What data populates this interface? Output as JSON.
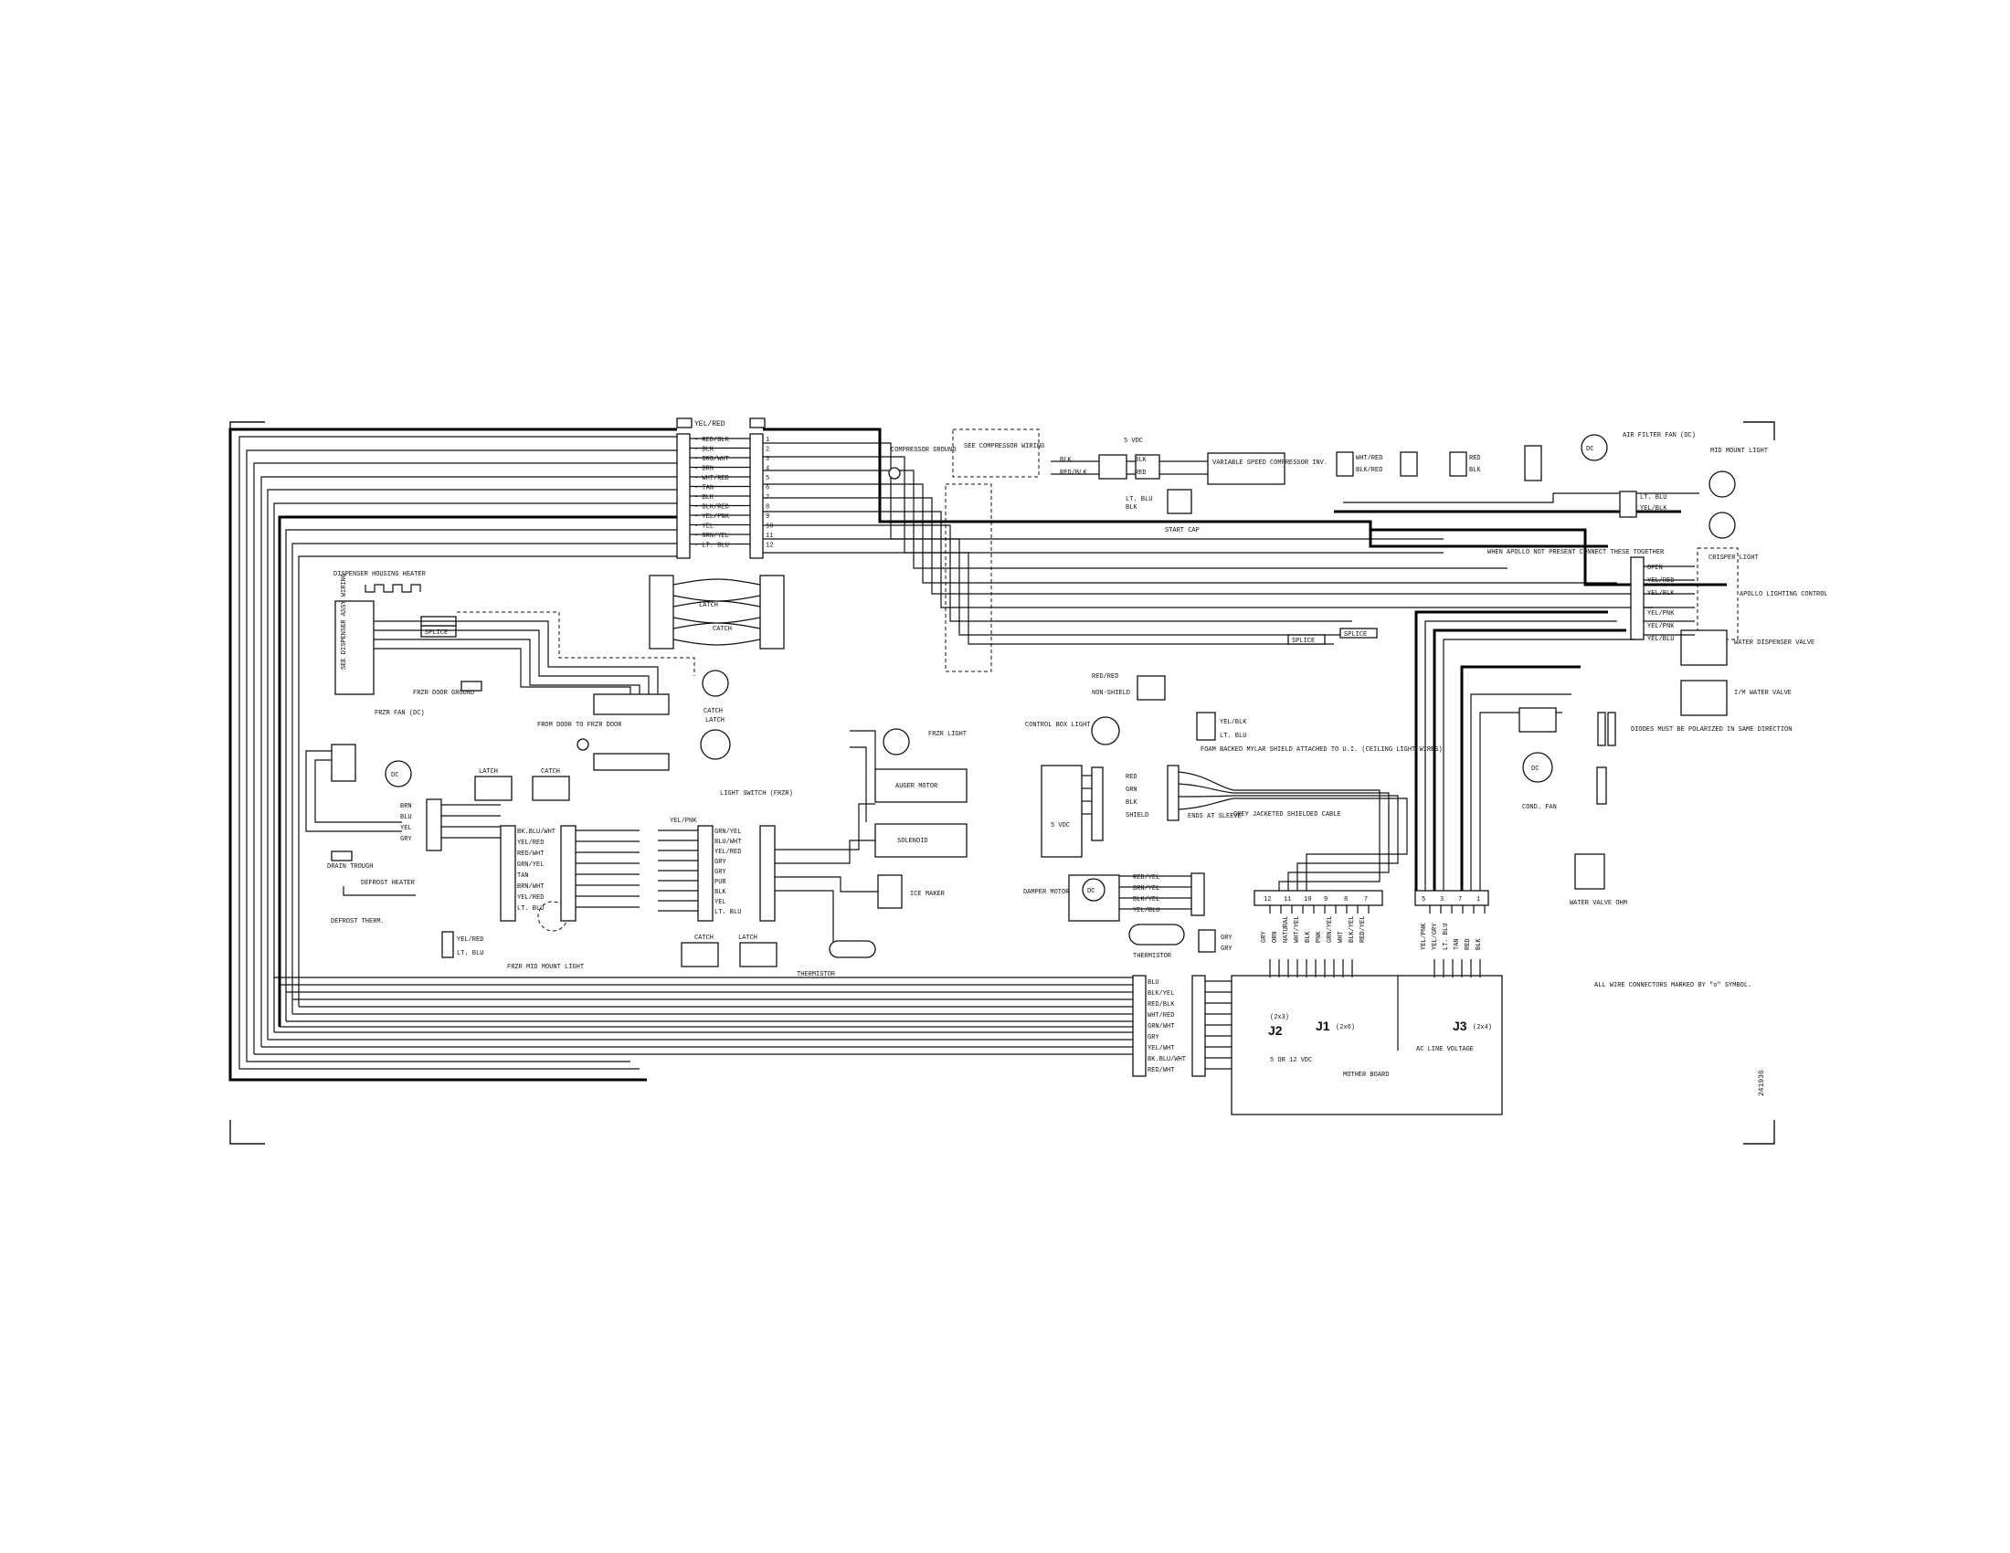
{
  "top_connector": {
    "wires": [
      "YEL/RED",
      "RED/BLK",
      "BLK",
      "ORG/WHT",
      "BRN",
      "WHT/RED",
      "TAN",
      "BLK",
      "BLK/RED",
      "YEL/PNK",
      "YEL",
      "GRN/YEL",
      "LT. BLU"
    ],
    "pins": [
      "1",
      "2",
      "3",
      "4",
      "5",
      "6",
      "7",
      "8",
      "9",
      "10",
      "11",
      "12"
    ]
  },
  "labels": {
    "compressor_ground": "COMPRESSOR GROUND",
    "see_compressor_wiring": "SEE COMPRESSOR WIRING",
    "five_vdc": "5 VDC",
    "variable_speed": "VARIABLE SPEED COMPRESSOR INV.",
    "start_cap": "START CAP",
    "air_filter_fan": "AIR FILTER FAN (DC)",
    "mid_mount_light": "MID MOUNT LIGHT",
    "apollo_note": "WHEN APOLLO NOT PRESENT CONNECT THESE TOGETHER",
    "crisper_light": "CRISPER LIGHT",
    "apollo_lighting_control": "APOLLO LIGHTING CONTROL",
    "water_dispenser_valve": "WATER DISPENSER VALVE",
    "ice_maker_valve": "I/M WATER VALVE",
    "dispenser_heater": "DISPENSER HOUSING HEATER",
    "see_dispenser_assy": "SEE DISPENSER ASSY WIRING",
    "fz_door_ground": "FRZR DOOR GROUND",
    "fz_fan": "FRZR FAN (DC)",
    "from_door": "FROM DOOR TO FRZR DOOR",
    "latch": "LATCH",
    "catch": "CATCH",
    "fz_light": "FRZR LIGHT",
    "light_switch": "LIGHT SWITCH (FRZR)",
    "auger_motor": "AUGER MOTOR",
    "solenoid": "SOLENOID",
    "ice_maker": "ICE MAKER",
    "drain_trough": "DRAIN TROUGH",
    "defrost_heater": "DEFROST HEATER",
    "defrost_term": "DEFROST THERM.",
    "fz_mid_light": "FRZR MID MOUNT LIGHT",
    "thermistor": "THERMISTOR",
    "thermistor2": "THERMISTOR",
    "control_box_light": "CONTROL BOX LIGHT",
    "damper_motor": "DAMPER MOTOR",
    "foam_mylar": "FOAM BACKED MYLAR SHIELD ATTACHED TO U.I. (CEILING LIGHT WIRES)",
    "grey_jacketed": "GREY JACKETED SHIELDED CABLE",
    "ends_at_sleeve": "ENDS AT SLEEVE",
    "cond_fan": "COND. FAN",
    "diodes": "DIODES MUST BE POLARIZED IN SAME DIRECTION",
    "water_valve_ohms": "WATER VALVE OHM",
    "mother_board": "MOTHER BOARD",
    "ac_line_voltage": "AC LINE VOLTAGE",
    "five_or_twelve": "5 OR 12 VDC",
    "connectors_note": "ALL WIRE CONNECTORS MARKED BY \"o\" SYMBOL.",
    "doc_number": "241936"
  },
  "jacks": {
    "j1": "J1",
    "j1_size": "(2x6)",
    "j2": "J2",
    "j2_size": "(2x3)",
    "j3": "J3",
    "j3_size": "(2x4)"
  },
  "apollo_rows": [
    "OPEN",
    "YEL/RED",
    "YEL/BLK",
    "YEL/PNK",
    "YEL/PNK",
    "YEL/BLU"
  ],
  "j2_wires": [
    "BLU",
    "BLK/YEL",
    "RED/BLK",
    "WHT/RED",
    "GRN/WHT",
    "GRY",
    "YEL/WHT",
    "BK.BLU/WHT",
    "RED/WHT"
  ],
  "j1_wires": [
    "GRY",
    "ORN",
    "NATURAL",
    "WHT/YEL",
    "BLK",
    "PNK",
    "GRN/YEL",
    "WHT",
    "BLK/YEL",
    "RED/YEL"
  ],
  "j3_wires": [
    "YEL/PNK",
    "YEL/GRY",
    "LT. BLU",
    "TAN",
    "RED",
    "BLK"
  ],
  "j1_pins": [
    "12",
    "11",
    "10",
    "9",
    "8",
    "7"
  ],
  "j3_pins": [
    "5",
    "3",
    "7",
    "1"
  ],
  "left_conn_wires": [
    "BRN",
    "BLU",
    "YEL",
    "GRY"
  ],
  "mid_conn_wires": [
    "BK.BLU/WHT",
    "YEL/RED",
    "RED/WHT",
    "GRN/YEL",
    "TAN",
    "BRN/WHT",
    "YEL/RED",
    "LT. BLU"
  ],
  "sw_conn_wires": [
    "GRN/YEL",
    "BLU/WHT",
    "YEL/RED",
    "GRY",
    "GRY",
    "PUR",
    "BLK",
    "YEL",
    "LT. BLU"
  ],
  "damper_wires": [
    "RED/YEL",
    "BRN/YEL",
    "BLK/YEL",
    "YEL/BLU"
  ],
  "control_wires": [
    "RED",
    "GRN",
    "BLK",
    "SHIELD"
  ]
}
